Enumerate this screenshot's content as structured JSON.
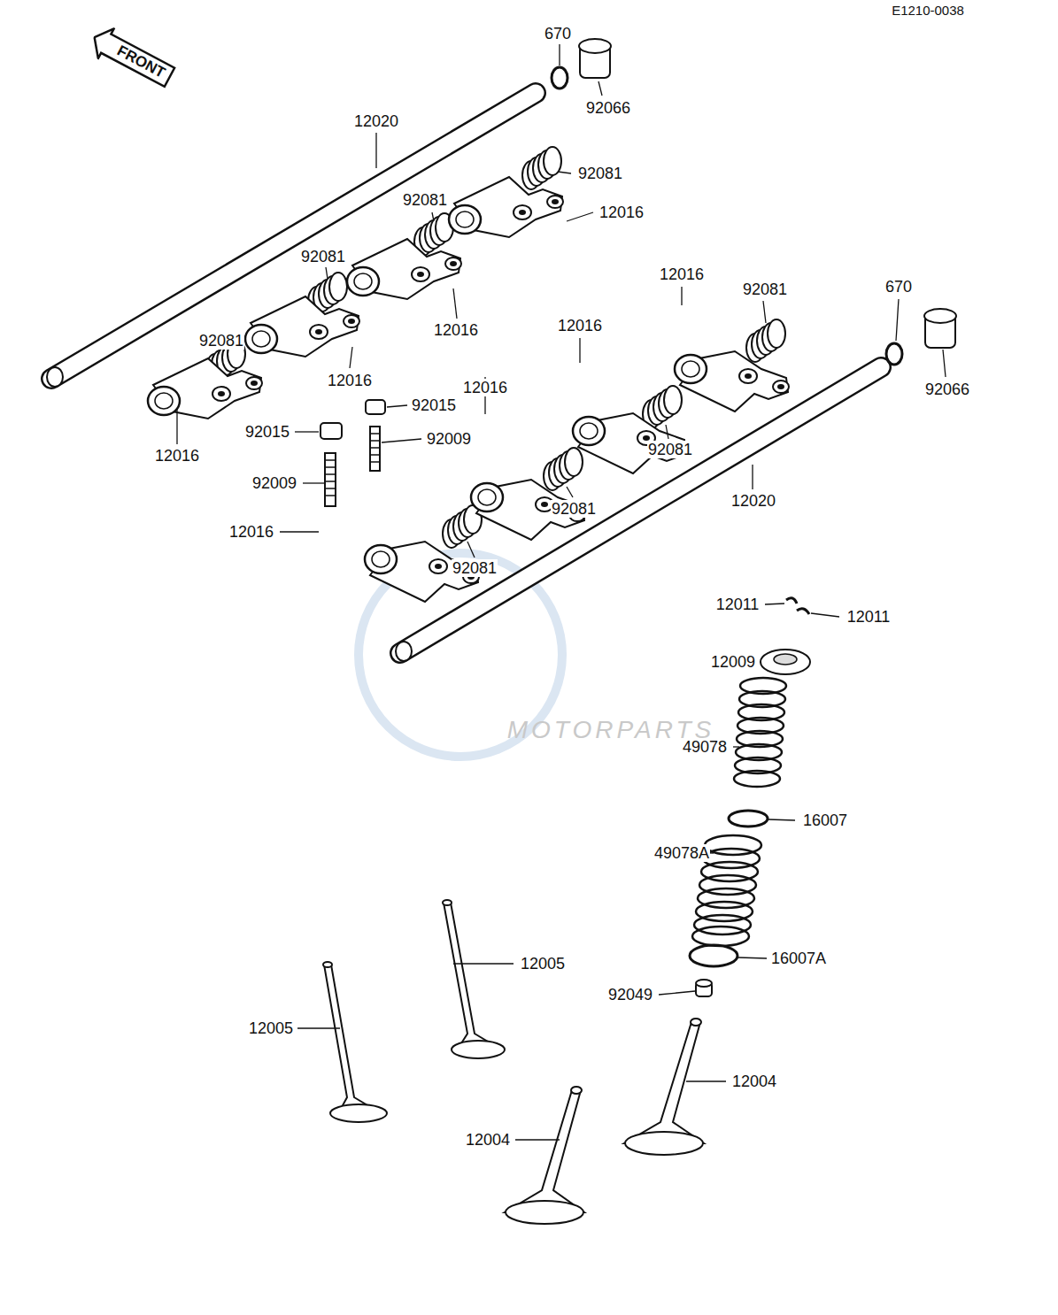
{
  "diagram": {
    "nodes": [
      {
        "text": [
          "FRONT"
        ]
      }
    ],
    "labels": [
      "E1210-0038",
      "670",
      "92066",
      "12020",
      "92081",
      "92081",
      "12016",
      "92081",
      "12016",
      "12016",
      "92081",
      "670",
      "92066",
      "92081",
      "12016",
      "12016",
      "92015",
      "12016",
      "92015",
      "92009",
      "92009",
      "12016",
      "92081",
      "12020",
      "92081",
      "12016",
      "92081",
      "12011",
      "12011",
      "12009",
      "49078",
      "16007",
      "49078A",
      "16007A",
      "92049",
      "12005",
      "12005",
      "12004",
      "12004",
      "MOTORPARTS"
    ]
  }
}
